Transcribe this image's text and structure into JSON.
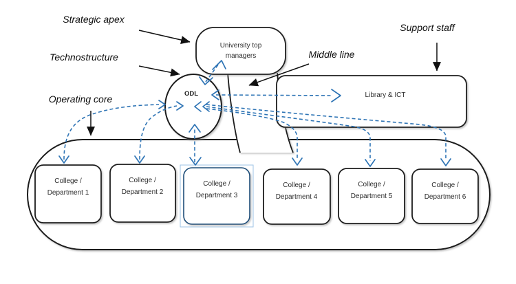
{
  "annotations": {
    "strategic_apex": "Strategic apex",
    "technostructure": "Technostructure",
    "operating_core": "Operating core",
    "middle_line": "Middle line",
    "support_staff": "Support staff"
  },
  "nodes": {
    "managers": {
      "line1": "University top",
      "line2": "managers"
    },
    "odl": {
      "label": "ODL"
    },
    "library": {
      "label": "Library & ICT"
    },
    "colleges": [
      {
        "line1": "College /",
        "line2": "Department 1"
      },
      {
        "line1": "College /",
        "line2": "Department 2"
      },
      {
        "line1": "College /",
        "line2": "Department 3"
      },
      {
        "line1": "College /",
        "line2": "Department 4"
      },
      {
        "line1": "College /",
        "line2": "Department 5"
      },
      {
        "line1": "College /",
        "line2": "Department 6"
      }
    ]
  },
  "colors": {
    "connector_blue": "#2E74B5",
    "shape_outline": "#1B1B1B",
    "dept3_outline": "#1F4E79",
    "dept3_selection": "#9DC3E6",
    "background": "#FFFFFF"
  }
}
